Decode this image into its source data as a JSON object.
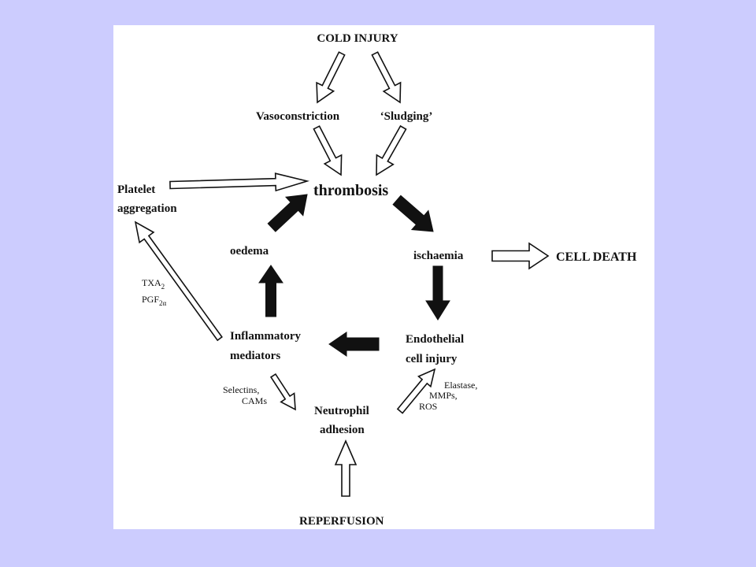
{
  "diagram": {
    "nodes": {
      "cold_injury": "COLD INJURY",
      "vasoconstriction": "Vasoconstriction",
      "sludging": "‘Sludging’",
      "platelet_1": "Platelet",
      "platelet_2": "aggregation",
      "thrombosis": "thrombosis",
      "oedema": "oedema",
      "ischaemia": "ischaemia",
      "cell_death": "CELL DEATH",
      "inflammatory_1": "Inflammatory",
      "inflammatory_2": "mediators",
      "endothelial_1": "Endothelial",
      "endothelial_2": "cell injury",
      "neutrophil_1": "Neutrophil",
      "neutrophil_2": "adhesion",
      "reperfusion": "REPERFUSION"
    },
    "annotations": {
      "txa_base": "TXA",
      "txa_sub": "2",
      "pgf_base": "PGF",
      "pgf_sub": "2α",
      "selectins": "Selectins,",
      "cams": "CAMs",
      "elastase": "Elastase,",
      "mmps": "MMPs,",
      "ros": "ROS"
    },
    "arrows": [
      {
        "from": "COLD INJURY",
        "to": "Vasoconstriction",
        "style": "hollow"
      },
      {
        "from": "COLD INJURY",
        "to": "‘Sludging’",
        "style": "hollow"
      },
      {
        "from": "Vasoconstriction",
        "to": "thrombosis",
        "style": "hollow"
      },
      {
        "from": "‘Sludging’",
        "to": "thrombosis",
        "style": "hollow"
      },
      {
        "from": "Platelet aggregation",
        "to": "thrombosis",
        "style": "hollow"
      },
      {
        "from": "thrombosis",
        "to": "ischaemia",
        "style": "solid"
      },
      {
        "from": "ischaemia",
        "to": "CELL DEATH",
        "style": "hollow"
      },
      {
        "from": "ischaemia",
        "to": "Endothelial cell injury",
        "style": "solid"
      },
      {
        "from": "Endothelial cell injury",
        "to": "Inflammatory mediators",
        "style": "solid"
      },
      {
        "from": "Inflammatory mediators",
        "to": "oedema",
        "style": "solid"
      },
      {
        "from": "oedema",
        "to": "thrombosis",
        "style": "solid"
      },
      {
        "from": "Inflammatory mediators",
        "to": "Platelet aggregation",
        "style": "hollow"
      },
      {
        "from": "Inflammatory mediators",
        "to": "Neutrophil adhesion",
        "style": "hollow"
      },
      {
        "from": "Neutrophil adhesion",
        "to": "Endothelial cell injury",
        "style": "hollow"
      },
      {
        "from": "REPERFUSION",
        "to": "Neutrophil adhesion",
        "style": "hollow"
      }
    ],
    "colors": {
      "background": "#ccccfe",
      "panel": "#ffffff",
      "ink": "#111111"
    }
  }
}
